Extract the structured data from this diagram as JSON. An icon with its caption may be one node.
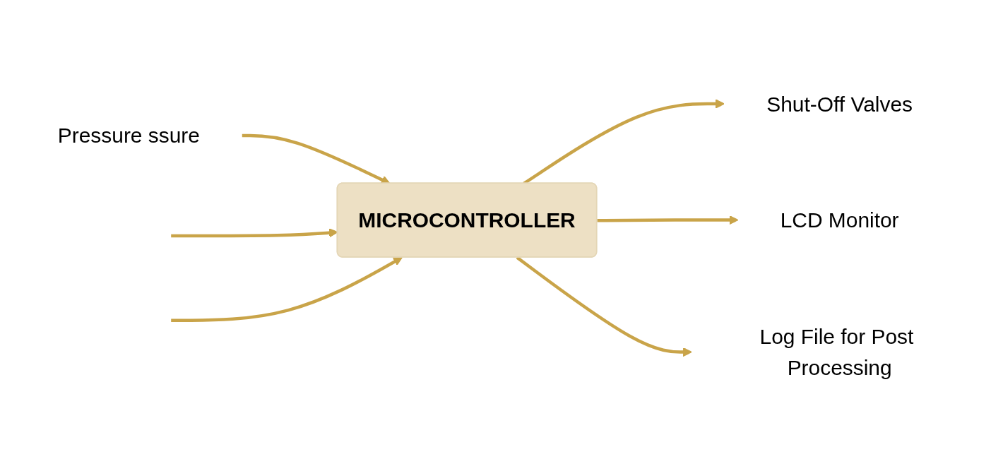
{
  "diagram": {
    "nodes": [
      {
        "text": [
          "Pressure ssure"
        ]
      },
      {
        "text": [
          "MICROCONTROLLER"
        ]
      },
      {
        "text": [
          "Shut-Off Valves"
        ]
      },
      {
        "text": [
          "LCD Monitor"
        ]
      },
      {
        "text": [
          "Log File for Post Processing"
        ]
      }
    ],
    "edges": [
      {
        "from": 0,
        "to": 1,
        "arrow": "to"
      },
      {
        "from": null,
        "to": 1,
        "arrow": "to"
      },
      {
        "from": null,
        "to": 1,
        "arrow": "to"
      },
      {
        "from": 1,
        "to": 2,
        "arrow": "to"
      },
      {
        "from": 1,
        "to": 3,
        "arrow": "to"
      },
      {
        "from": 1,
        "to": 4,
        "arrow": "to"
      }
    ]
  }
}
